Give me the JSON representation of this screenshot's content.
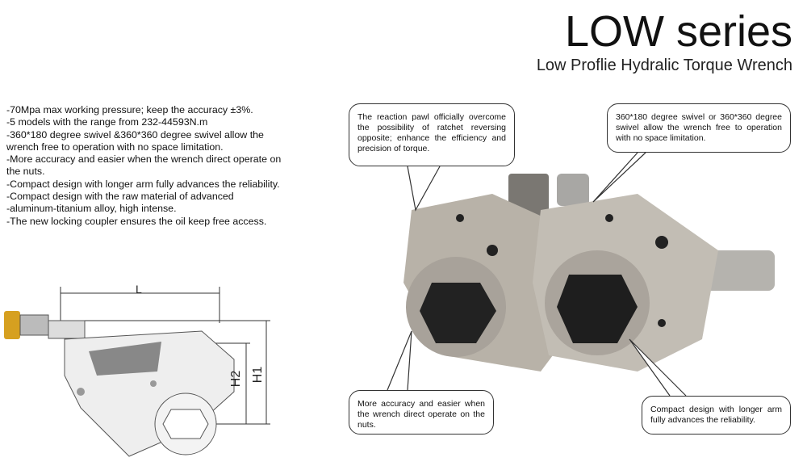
{
  "header": {
    "title": "LOW series",
    "subtitle": "Low Proflie Hydralic Torque Wrench"
  },
  "features": [
    "-70Mpa max working pressure; keep the accuracy ±3%.",
    "-5 models with the range from 232-44593N.m",
    "-360*180 degree swivel &360*360 degree swivel allow the wrench free to operation with no space limitation.",
    "-More accuracy and easier when the wrench direct operate on the nuts.",
    "-Compact design with longer arm fully advances the reliability.",
    "-Compact design with the raw material of advanced",
    "-aluminum-titanium alloy, high intense.",
    "-The new locking coupler ensures the oil keep free access."
  ],
  "callouts": {
    "reaction_pawl": "The reaction pawl officially overcome the possibility of ratchet reversing opposite; enhance the efficiency and precision of torque.",
    "swivel": "360*180 degree swivel or 360*360 degree swivel allow the wrench free to operation with no space limitation.",
    "accuracy": "More accuracy and easier when the wrench direct operate on the nuts.",
    "compact": "Compact design with longer arm fully advances the reliability."
  },
  "drawing": {
    "dim_L": "L",
    "dim_H1": "H1",
    "dim_H2": "H2"
  }
}
